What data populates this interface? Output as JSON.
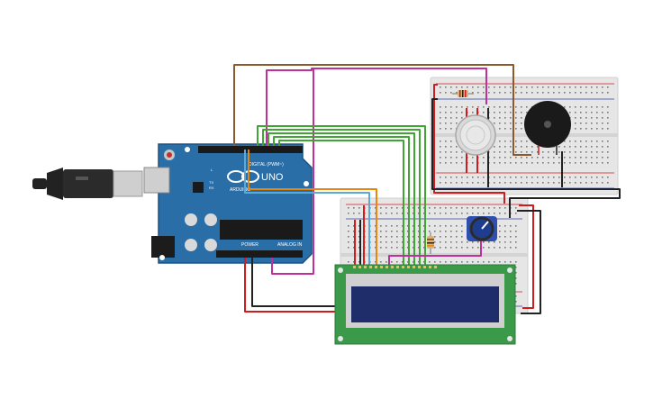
{
  "arduino": {
    "model": "UNO",
    "brand": "ARDUINO",
    "digital_label": "DIGITAL (PWM~)",
    "power_label": "POWER",
    "analog_label": "ANALOG IN",
    "tx_label": "TX",
    "rx_label": "RX",
    "l_label": "L"
  },
  "colors": {
    "board": "#2a6ea8",
    "breadboard": "#e6e6e6",
    "wire_brown": "#8a5a2b",
    "wire_magenta": "#c0309c",
    "wire_green": "#3fa535",
    "wire_red": "#d01c1c",
    "wire_black": "#222222",
    "wire_orange": "#e8870e",
    "wire_blue": "#5aa9d6",
    "lcd_pcb": "#3a9a4a",
    "lcd_screen": "#1f2d6b"
  },
  "components": [
    "usb-cable",
    "arduino-uno",
    "breadboard-top",
    "breadboard-bottom",
    "gas-sensor",
    "piezo-buzzer",
    "potentiometer",
    "resistor",
    "lcd-16x2"
  ]
}
